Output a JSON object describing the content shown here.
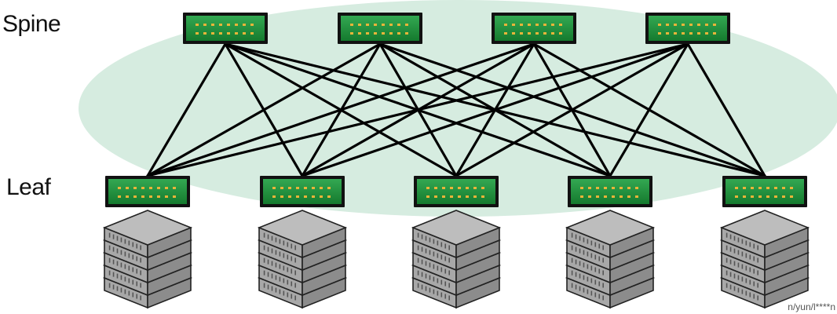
{
  "labels": {
    "spine": "Spine",
    "leaf": "Leaf"
  },
  "watermark": "n/yun/l****n",
  "topology": {
    "spine_count": 4,
    "leaf_count": 5,
    "full_mesh": true,
    "servers_per_leaf": 1
  },
  "colors": {
    "fabric_ellipse": "#d6ece0",
    "switch_face": "#1e8a3a",
    "switch_port": "#e8b43a",
    "link": "#000000",
    "server_top": "#bdbdbd",
    "server_side": "#8c8c8c"
  },
  "icons": {
    "switch": "network-switch-icon",
    "server": "server-rack-icon"
  }
}
